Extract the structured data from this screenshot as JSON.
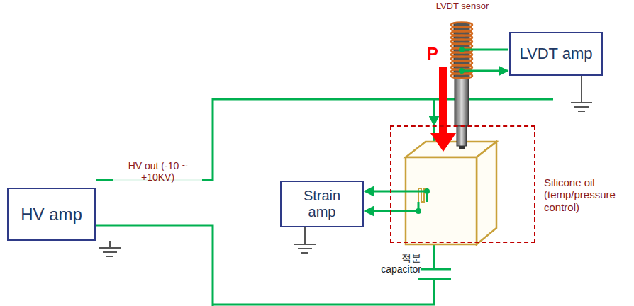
{
  "diagram": {
    "nodes": [
      {
        "text": [
          "LVDT amp"
        ]
      },
      {
        "text": [
          "HV amp"
        ]
      },
      {
        "text": [
          "Strain amp"
        ]
      },
      {
        "text": [
          "Silicone oil (temp/pressure control)"
        ]
      }
    ],
    "edges": [
      {
        "from": 1,
        "to": 3,
        "arrow": "to"
      },
      {
        "from": 3,
        "to": 2,
        "arrow": "to"
      },
      {
        "from": 3,
        "to": 2,
        "arrow": "to"
      }
    ],
    "labels": [
      "LVDT sensor",
      "P",
      "HV out (-10 ~ +10KV)",
      "적분 capacitor"
    ]
  }
}
